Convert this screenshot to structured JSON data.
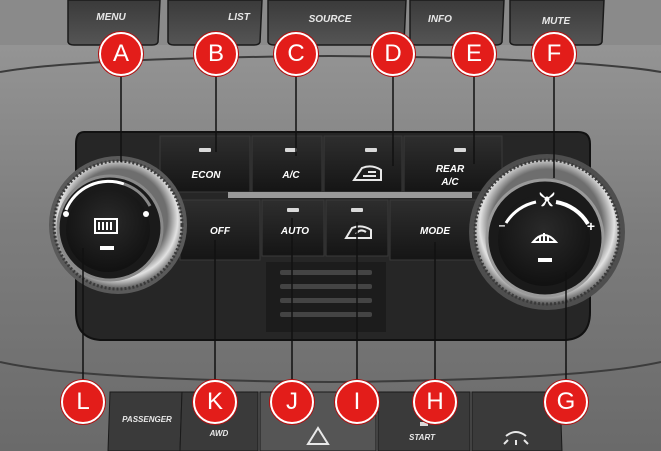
{
  "top_buttons": {
    "menu": "MENU",
    "list": "LIST",
    "source": "SOURCE",
    "info": "INFO",
    "mute": "MUTE"
  },
  "climate": {
    "econ": "ECON",
    "ac": "A/C",
    "rear_ac_line1": "REAR",
    "rear_ac_line2": "A/C",
    "off": "OFF",
    "auto": "AUTO",
    "mode": "MODE"
  },
  "bottom_buttons": {
    "passenger": "PASSENGER",
    "awd": "AWD",
    "start": "START"
  },
  "knob_symbols": {
    "minus": "–",
    "plus": "+"
  },
  "callouts": {
    "a": "A",
    "b": "B",
    "c": "C",
    "d": "D",
    "e": "E",
    "f": "F",
    "g": "G",
    "h": "H",
    "i": "I",
    "j": "J",
    "k": "K",
    "l": "L"
  },
  "colors": {
    "callout": "#e31d1a",
    "panel": "#2b2b2b",
    "button": "#1f1f1f",
    "bezel": "#8d8d8d",
    "indicator": "#d9d9d9"
  },
  "icons": {
    "rear_defrost": "rear-defrost-icon",
    "front_defrost": "front-defrost-icon",
    "fan": "fan-icon",
    "recirculation": "recirculation-icon",
    "fresh_air": "fresh-air-icon",
    "hazard": "hazard-icon",
    "dome_light": "dome-light-icon"
  }
}
